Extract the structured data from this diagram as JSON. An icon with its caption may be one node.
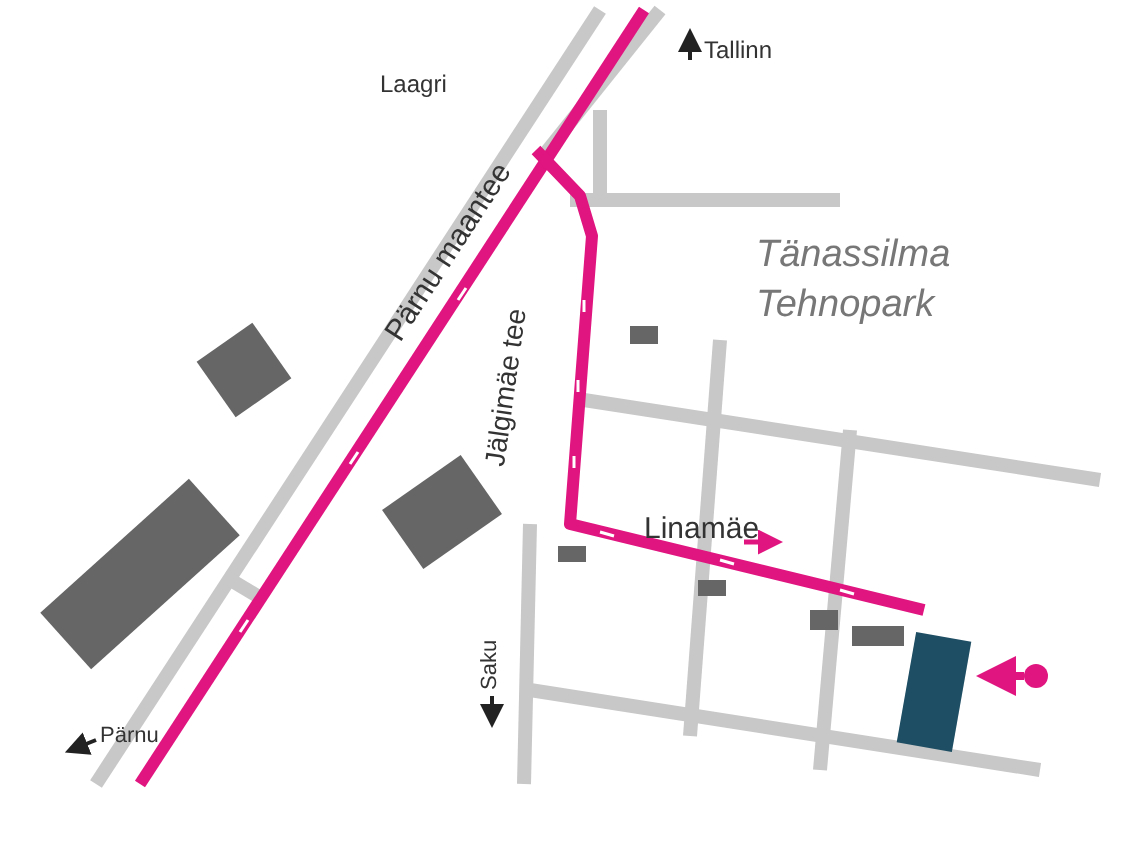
{
  "diagram": {
    "labels": [
      "Tallinn",
      "Laagri",
      "Tänassilma Tehnopark",
      "Pärnu maantee",
      "Jälgimäe tee",
      "Linamäe",
      "Saku",
      "Pärnu"
    ]
  }
}
